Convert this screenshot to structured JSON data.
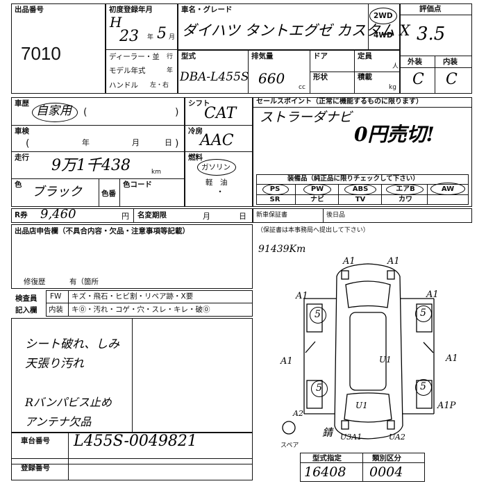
{
  "lot": {
    "label": "出品番号",
    "value": "7010"
  },
  "registration": {
    "label": "初度登録年月",
    "era": "H",
    "year_value": "23",
    "year_unit": "年",
    "month_value": "5",
    "month_unit": "月"
  },
  "dealer": {
    "label": "ディーラー・並",
    "unit": "行"
  },
  "model_year": {
    "label": "モデル年式",
    "unit": "年"
  },
  "handle": {
    "label": "ハンドル",
    "options": "左・右"
  },
  "car_name": {
    "label": "車名・グレード",
    "value": "ダイハツ タントエグゼ カスタム X"
  },
  "drive": {
    "opt1": "2WD",
    "opt2": "4WD"
  },
  "grade": {
    "label": "評価点",
    "value": "3.5"
  },
  "model_type": {
    "label": "型式",
    "value": "DBA-L455S"
  },
  "displacement": {
    "label": "排気量",
    "value": "660",
    "unit": "cc"
  },
  "door": {
    "label": "ドア"
  },
  "capacity": {
    "label": "定員",
    "unit": "人"
  },
  "shape": {
    "label": "形状"
  },
  "load": {
    "label": "積載",
    "unit": "kg"
  },
  "exterior": {
    "label": "外装",
    "value": "C"
  },
  "interior": {
    "label": "内装",
    "value": "C"
  },
  "car_history": {
    "label": "車歴",
    "value": "自家用",
    "paren_open": "(",
    "paren_close": ")"
  },
  "inspection": {
    "label": "車検",
    "year": "年",
    "month": "月",
    "day": "日",
    "paren_open": "(",
    "paren_close": ")"
  },
  "mileage": {
    "label": "走行",
    "value": "9万1千438",
    "unit": "km"
  },
  "color": {
    "label": "色",
    "value": "ブラック"
  },
  "color_no": {
    "label": "色番"
  },
  "color_code": {
    "label": "色コード"
  },
  "recycle": {
    "label": "R券",
    "value": "9,460",
    "unit": "円"
  },
  "name_change": {
    "label": "名変期限",
    "month": "月",
    "day": "日"
  },
  "shift": {
    "label": "シフト",
    "value": "CAT"
  },
  "ac": {
    "label": "冷房",
    "value": "AAC"
  },
  "fuel": {
    "label": "燃料",
    "value": "ガソリン",
    "diesel": "軽　油",
    "dot": "・"
  },
  "sales_point": {
    "label": "セールスポイント（正常に機能するものに限ります）",
    "line1": "ストラーダナビ",
    "line2": "0円売切!"
  },
  "equipment": {
    "label": "装備品（純正品に限りチェックして下さい）",
    "items": [
      "PS",
      "PW",
      "ABS",
      "エアB",
      "AW",
      "SR",
      "ナビ",
      "TV",
      "カワ"
    ]
  },
  "new_warranty": {
    "label": "新車保証書"
  },
  "rear_seat": {
    "label": "後日品"
  },
  "warranty_note": {
    "label": "（保証書は本事務局へ提出して下さい）"
  },
  "report": {
    "label": "出品店申告欄（不具合内容・欠品・注意事項等記載）"
  },
  "repair": {
    "label": "修復歴",
    "value": "有（箇所"
  },
  "inspector": {
    "label": "検査員",
    "writer_label": "記入欄",
    "row1_head": "FW",
    "row1_text": "キズ・飛石・ヒビ割・リペア跡・X要",
    "row2_head": "内装",
    "row2_text": "キ⓪・汚れ・コゲ・穴・スレ・キレ・破⓪"
  },
  "notes": {
    "line1": "シート破れ、しみ",
    "line2": "天張り汚れ",
    "line3": "Rバンパビス止め",
    "line4": "アンテナ欠品"
  },
  "diagram": {
    "mileage_note": "91439Km",
    "marks": [
      "A1",
      "A1",
      "A1",
      "5",
      "A1",
      "5",
      "A1",
      "U1",
      "A1",
      "5",
      "5",
      "A2",
      "U1",
      "A1P",
      "U3A1",
      "UA2"
    ],
    "spare": "スペア",
    "rust": "錆"
  },
  "chassis": {
    "label": "車台番号",
    "value": "L455S-0049821"
  },
  "reg_no": {
    "label": "登録番号"
  },
  "type_designation": {
    "label": "型式指定",
    "value": "16408"
  },
  "category": {
    "label": "類別区分",
    "value": "0004"
  }
}
